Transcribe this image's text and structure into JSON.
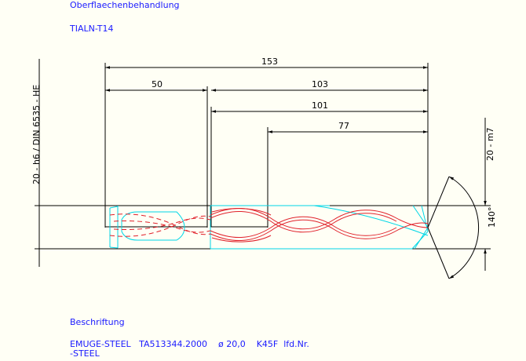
{
  "header": {
    "surface_treatment_label": "Oberflaechenbehandlung",
    "coating": "TIALN-T14"
  },
  "dimensions": {
    "overall_length": "153",
    "shank_length": "50",
    "flute_to_end": "103",
    "cutting_length": "101",
    "flute_length": "77"
  },
  "side_labels": {
    "shank_tolerance": "20 - h6 / DIN 6535 - HE",
    "diameter_tolerance": "20 - m7",
    "point_angle": "140°"
  },
  "footer": {
    "inscription_label": "Beschriftung",
    "inscription_line1": "EMUGE-STEEL   TA513344.2000    ø 20,0    K45F  lfd.Nr.",
    "inscription_line2": "-STEEL"
  },
  "colors": {
    "text_blue": "#1a1aff",
    "outline_black": "#000000",
    "body_cyan": "#00d6e6",
    "helix_red": "#e0202a"
  }
}
